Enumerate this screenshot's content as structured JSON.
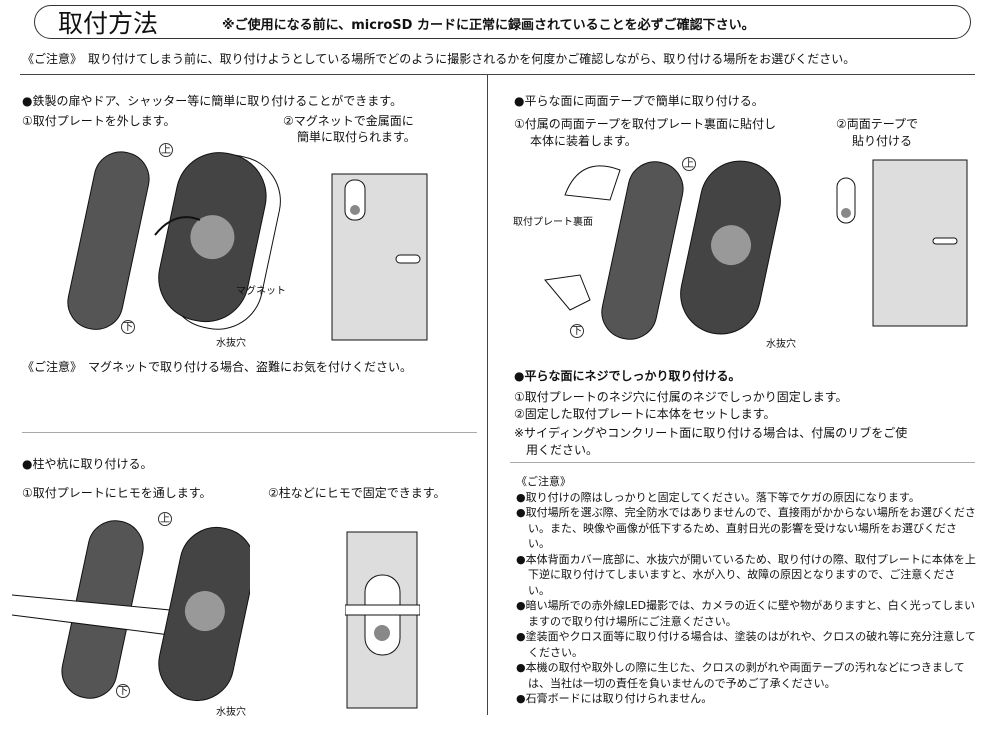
{
  "header": {
    "title": "取付方法",
    "subtitle": "※ご使用になる前に、microSD カードに正常に録画されていることを必ずご確認下さい。"
  },
  "top_caution": "《ご注意》　取り付けてしまう前に、取り付けようとしている場所でどのように撮影されるかを何度かご確認しながら、取り付ける場所をお選びください。",
  "steel": {
    "heading": "●鉄製の扉やドア、シャッター等に簡単に取り付けることができます。",
    "step1": "①取付プレートを外します。",
    "step2a": "②マグネットで金属面に",
    "step2b": "簡単に取付られます。",
    "top_label": "上",
    "bottom_label": "下",
    "magnet_label": "マグネット",
    "drain_label": "水抜穴",
    "caution": "《ご注意》　マグネットで取り付ける場合、盗難にお気を付けください。"
  },
  "pole": {
    "heading": "●柱や杭に取り付ける。",
    "step1": "①取付プレートにヒモを通します。",
    "step2": "②柱などにヒモで固定できます。",
    "top_label": "上",
    "bottom_label": "下",
    "drain_label": "水抜穴"
  },
  "tape": {
    "heading": "●平らな面に両面テープで簡単に取り付ける。",
    "step1a": "①付属の両面テープを取付プレート裏面に貼付し",
    "step1b": "本体に装着します。",
    "step2a": "②両面テープで",
    "step2b": "貼り付ける",
    "plate_back_label": "取付プレート裏面",
    "top_label": "上",
    "bottom_label": "下",
    "drain_label": "水抜穴"
  },
  "screw": {
    "heading": "●平らな面にネジでしっかり取り付ける。",
    "lines": [
      "①取付プレートのネジ穴に付属のネジでしっかり固定します。",
      "②固定した取付プレートに本体をセットします。",
      "※サイディングやコンクリート面に取り付ける場合は、付属のリブをご使",
      "　用ください。"
    ]
  },
  "notes": {
    "title": "《ご注意》",
    "items": [
      "●取り付けの際はしっかりと固定してください。落下等でケガの原因になります。",
      "●取付場所を選ぶ際、完全防水ではありませんので、直接雨がかからない場所をお選びください。また、映像や画像が低下するため、直射日光の影響を受けない場所をお選びください。",
      "●本体背面カバー底部に、水抜穴が開いているため、取り付けの際、取付プレートに本体を上下逆に取り付けてしまいますと、水が入り、故障の原因となりますので、ご注意ください。",
      "●暗い場所での赤外線LED撮影では、カメラの近くに壁や物がありますと、白く光ってしまいますので取り付け場所にご注意ください。",
      "●塗装面やクロス面等に取り付ける場合は、塗装のはがれや、クロスの破れ等に充分注意してください。",
      "●本機の取付や取外しの際に生じた、クロスの剥がれや両面テープの汚れなどにつきましては、当社は一切の責任を負いませんので予めご了承ください。",
      "●石膏ボードには取り付けられません。"
    ]
  }
}
